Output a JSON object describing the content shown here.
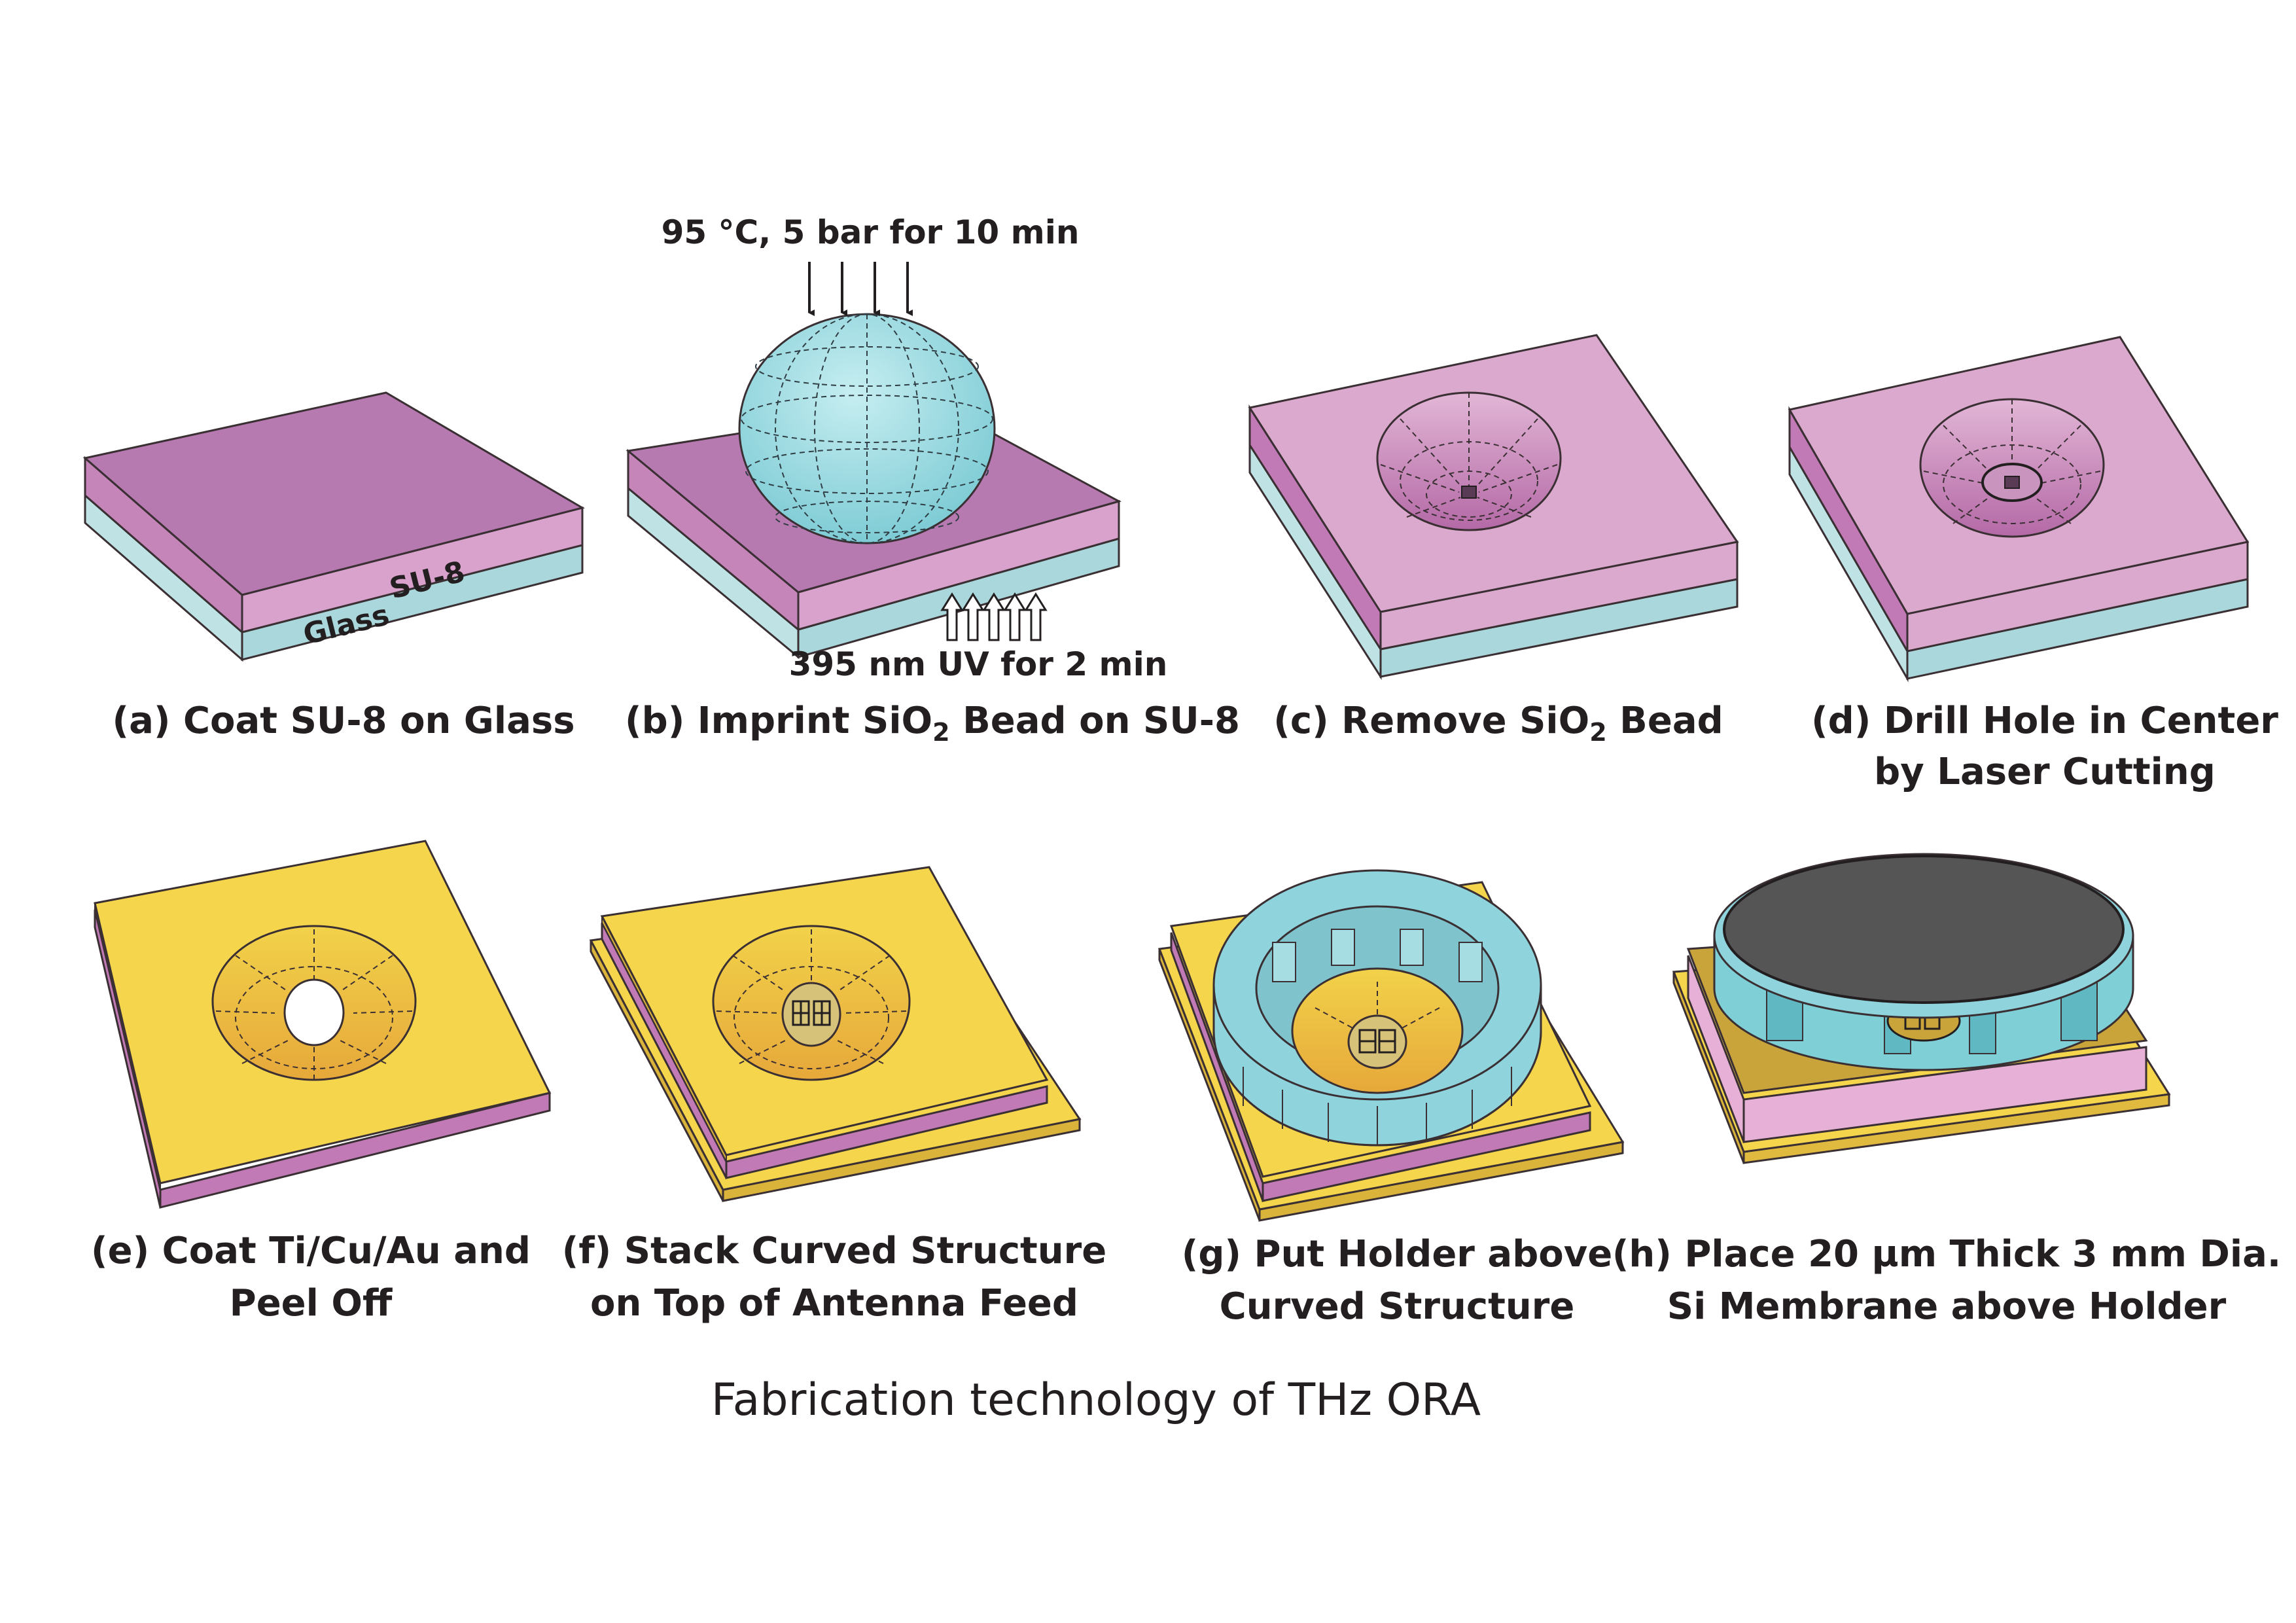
{
  "colors": {
    "su8_top": "#b679b0",
    "su8_side": "#c585b9",
    "su8_light_top": "#dba9cd",
    "su8_light_side": "#c27ab6",
    "glass_side": "#bfe3e5",
    "gold_top": "#f5d54b",
    "gold_side": "#d9b33a",
    "bead": "#8fd8e0",
    "holder": "#8fd4dc",
    "membrane": "#555555",
    "outline": "#3a2f33"
  },
  "step_a": {
    "caption": "(a) Coat SU-8 on Glass",
    "label_su8": "SU-8",
    "label_glass": "Glass"
  },
  "step_b": {
    "caption_pre": "(b) Imprint SiO",
    "caption_sub": "2",
    "caption_post": " Bead on SU-8",
    "top_note": "95 °C, 5 bar for 10 min",
    "bottom_note": "395 nm UV for 2 min"
  },
  "step_c": {
    "caption_pre": "(c) Remove SiO",
    "caption_sub": "2",
    "caption_post": " Bead"
  },
  "step_d": {
    "caption_line1": "(d) Drill Hole in Center",
    "caption_line2": "by Laser Cutting"
  },
  "step_e": {
    "caption_line1": "(e) Coat Ti/Cu/Au and",
    "caption_line2": "Peel Off"
  },
  "step_f": {
    "caption_line1": "(f) Stack Curved Structure",
    "caption_line2": "on Top of Antenna Feed"
  },
  "step_g": {
    "caption_line1": "(g) Put Holder above",
    "caption_line2": "Curved Structure"
  },
  "step_h": {
    "caption_line1": "(h) Place 20 µm Thick 3 mm Dia.",
    "caption_line2": "Si Membrane above Holder"
  },
  "figure_caption": "Fabrication technology of THz ORA"
}
